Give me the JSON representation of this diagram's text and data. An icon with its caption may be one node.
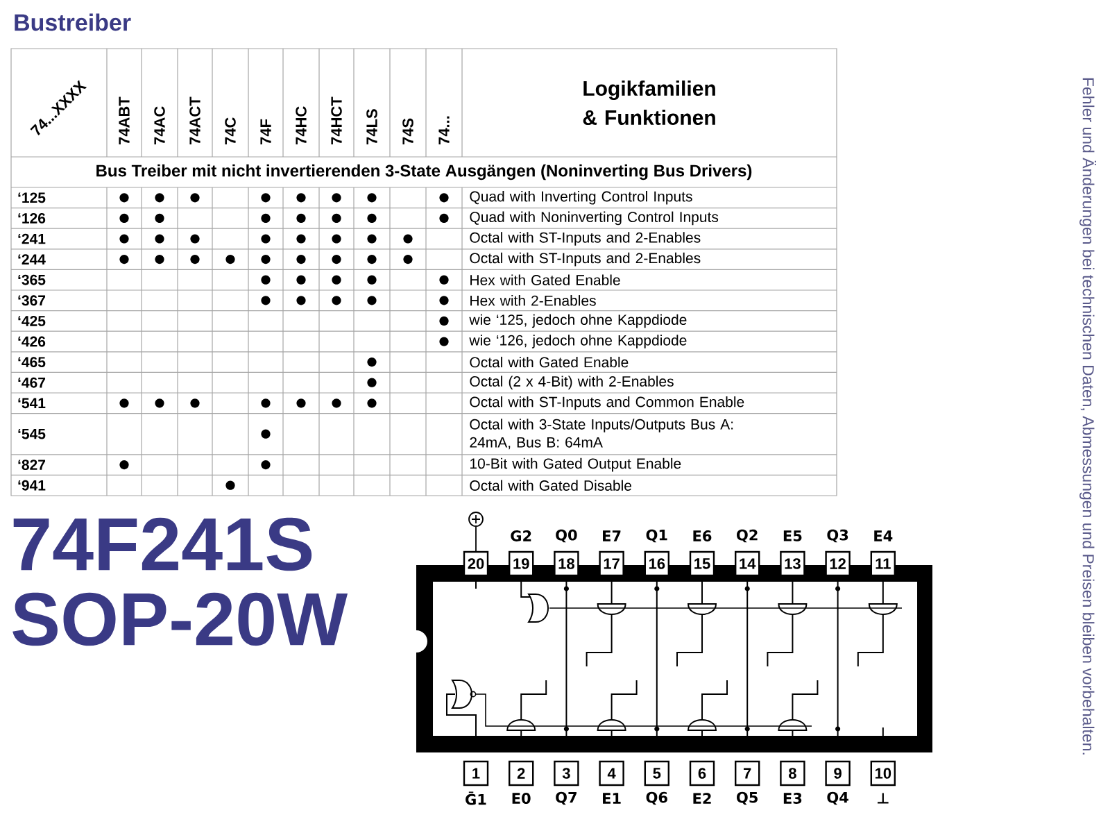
{
  "diagram": {
    "title": "Bustreiber",
    "nodes": [
      {
        "text": [
          "20"
        ]
      },
      {
        "text": [
          "19"
        ],
        "beside": [
          "G2"
        ]
      },
      {
        "text": [
          "18"
        ],
        "beside": [
          "Q0"
        ]
      },
      {
        "text": [
          "17"
        ],
        "beside": [
          "E7"
        ]
      },
      {
        "text": [
          "16"
        ],
        "beside": [
          "Q1"
        ]
      },
      {
        "text": [
          "15"
        ],
        "beside": [
          "E6"
        ]
      },
      {
        "text": [
          "14"
        ],
        "beside": [
          "Q2"
        ]
      },
      {
        "text": [
          "13"
        ],
        "beside": [
          "E5"
        ]
      },
      {
        "text": [
          "12"
        ],
        "beside": [
          "Q3"
        ]
      },
      {
        "text": [
          "11"
        ],
        "beside": [
          "E4"
        ]
      },
      {
        "text": [
          "1"
        ],
        "beside": [
          "Ḡ1"
        ]
      },
      {
        "text": [
          "2"
        ],
        "beside": [
          "E0"
        ]
      },
      {
        "text": [
          "3"
        ],
        "beside": [
          "Q7"
        ]
      },
      {
        "text": [
          "4"
        ],
        "beside": [
          "E1"
        ]
      },
      {
        "text": [
          "5"
        ],
        "beside": [
          "Q6"
        ]
      },
      {
        "text": [
          "6"
        ],
        "beside": [
          "E2"
        ]
      },
      {
        "text": [
          "7"
        ],
        "beside": [
          "Q5"
        ]
      },
      {
        "text": [
          "8"
        ],
        "beside": [
          "E3"
        ]
      },
      {
        "text": [
          "9"
        ],
        "beside": [
          "Q4"
        ]
      },
      {
        "text": [
          "10"
        ],
        "beside": [
          "⊥"
        ]
      }
    ],
    "labels": [
      "74...XXXX",
      "74ABT",
      "74AC",
      "74ACT",
      "74C",
      "74F",
      "74HC",
      "74HCT",
      "74LS",
      "74S",
      "74...",
      "Logikfamilien & Funktionen",
      "Bus Treiber mit nicht invertierenden 3-State Ausgängen (Noninverting Bus Drivers)",
      "‘125",
      "Quad with Inverting Control Inputs",
      "‘126",
      "Quad with Noninverting Control Inputs",
      "‘241",
      "Octal with ST-Inputs and 2-Enables",
      "‘244",
      "Octal with ST-Inputs and 2-Enables",
      "‘365",
      "Hex with Gated Enable",
      "‘367",
      "Hex with 2-Enables",
      "‘425",
      "wie ‘125, jedoch ohne Kappdiode",
      "‘426",
      "wie ‘126, jedoch ohne Kappdiode",
      "‘465",
      "Octal with Gated Enable",
      "‘467",
      "Octal (2 x 4-Bit) with 2-Enables",
      "‘541",
      "Octal with ST-Inputs and Common Enable",
      "‘545",
      "Octal with 3-State Inputs/Outputs Bus A: 24mA, Bus B: 64mA",
      "‘827",
      "10-Bit with Gated Output Enable",
      "‘941",
      "Octal with Gated Disable",
      "74F241S",
      "SOP-20W",
      "Fehler und Änderungen bei technischen Daten, Abmessungen und Preisen bleiben vorbehalten."
    ]
  }
}
